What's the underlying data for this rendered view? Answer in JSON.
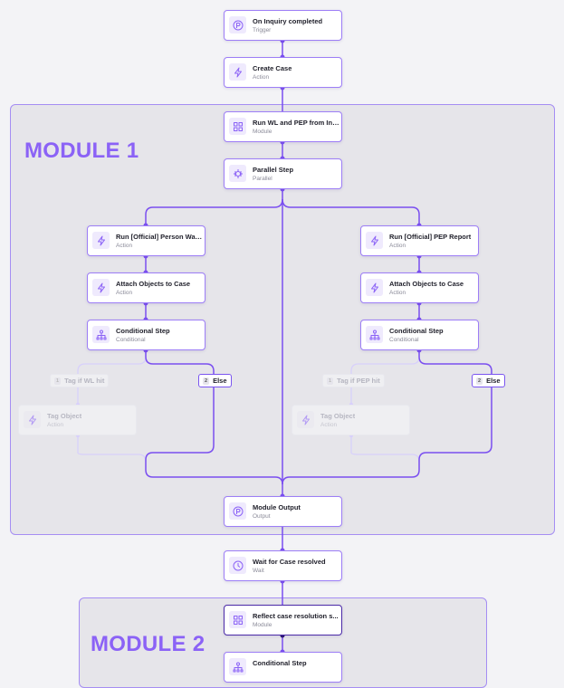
{
  "colors": {
    "accent": "#8b62f6",
    "wire": "#7a4ef0",
    "ghost_wire": "#d8d0fb",
    "module_bg": "#e6e5ea"
  },
  "modules": [
    {
      "title": "MODULE 1"
    },
    {
      "title": "MODULE 2"
    }
  ],
  "nodes": {
    "trigger": {
      "title": "On Inquiry completed",
      "subtitle": "Trigger",
      "icon": "p-circle-icon"
    },
    "create_case": {
      "title": "Create Case",
      "subtitle": "Action",
      "icon": "lightning-icon"
    },
    "run_wl_pep": {
      "title": "Run WL and PEP from Inq...",
      "subtitle": "Module",
      "icon": "grid-icon"
    },
    "parallel": {
      "title": "Parallel Step",
      "subtitle": "Parallel",
      "icon": "parallel-icon"
    },
    "run_person": {
      "title": "Run [Official] Person Wat...",
      "subtitle": "Action",
      "icon": "lightning-icon"
    },
    "attach_left": {
      "title": "Attach Objects to Case",
      "subtitle": "Action",
      "icon": "lightning-icon"
    },
    "cond_left": {
      "title": "Conditional Step",
      "subtitle": "Conditional",
      "icon": "hierarchy-icon"
    },
    "tag_left": {
      "title": "Tag Object",
      "subtitle": "Action",
      "icon": "lightning-icon"
    },
    "run_pep": {
      "title": "Run [Official] PEP Report",
      "subtitle": "Action",
      "icon": "lightning-icon"
    },
    "attach_right": {
      "title": "Attach Objects to Case",
      "subtitle": "Action",
      "icon": "lightning-icon"
    },
    "cond_right": {
      "title": "Conditional Step",
      "subtitle": "Conditional",
      "icon": "hierarchy-icon"
    },
    "tag_right": {
      "title": "Tag Object",
      "subtitle": "Action",
      "icon": "lightning-icon"
    },
    "module_output": {
      "title": "Module Output",
      "subtitle": "Output",
      "icon": "p-circle-icon"
    },
    "wait": {
      "title": "Wait for Case resolved",
      "subtitle": "Wait",
      "icon": "clock-icon"
    },
    "reflect": {
      "title": "Reflect case resolution s...",
      "subtitle": "Module",
      "icon": "grid-icon"
    },
    "cond_m2": {
      "title": "Conditional Step",
      "subtitle": "",
      "icon": "hierarchy-icon"
    }
  },
  "branches": {
    "left_1": {
      "num": "1",
      "label": "Tag if WL hit"
    },
    "left_2": {
      "num": "2",
      "label": "Else"
    },
    "right_1": {
      "num": "1",
      "label": "Tag if PEP hit"
    },
    "right_2": {
      "num": "2",
      "label": "Else"
    }
  }
}
